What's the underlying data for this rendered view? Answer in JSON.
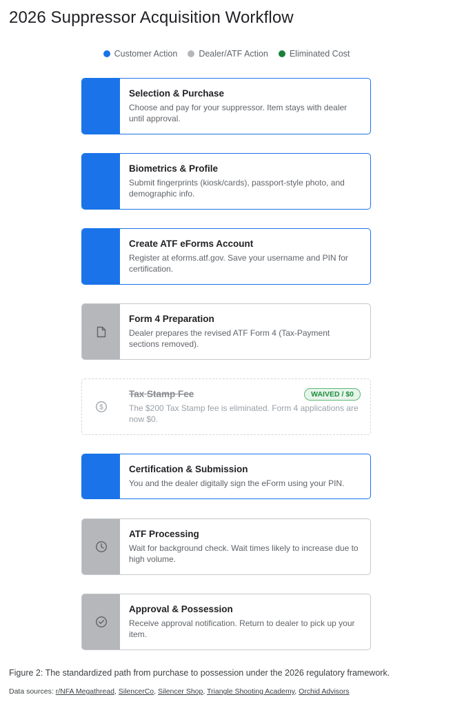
{
  "title": "2026 Suppressor Acquisition Workflow",
  "legend": [
    {
      "label": "Customer Action",
      "color": "#1a73e8"
    },
    {
      "label": "Dealer/ATF Action",
      "color": "#b5b7ba"
    },
    {
      "label": "Eliminated Cost",
      "color": "#188038"
    }
  ],
  "steps": [
    {
      "type": "customer",
      "title": "Selection & Purchase",
      "desc": "Choose and pay for your suppressor. Item stays with dealer until approval."
    },
    {
      "type": "customer",
      "title": "Biometrics & Profile",
      "desc": "Submit fingerprints (kiosk/cards), passport-style photo, and demographic info."
    },
    {
      "type": "customer",
      "title": "Create ATF eForms Account",
      "desc": "Register at eforms.atf.gov. Save your username and PIN for certification."
    },
    {
      "type": "dealer",
      "icon": "document-icon",
      "title": "Form 4 Preparation",
      "desc": "Dealer prepares the revised ATF Form 4 (Tax-Payment sections removed)."
    },
    {
      "type": "eliminated",
      "icon": "dollar-icon",
      "title": "Tax Stamp Fee",
      "badge": "WAIVED / $0",
      "desc": "The $200 Tax Stamp fee is eliminated. Form 4 applications are now $0."
    },
    {
      "type": "customer",
      "title": "Certification & Submission",
      "desc": "You and the dealer digitally sign the eForm using your PIN."
    },
    {
      "type": "dealer",
      "icon": "clock-icon",
      "title": "ATF Processing",
      "desc": "Wait for background check. Wait times likely to increase due to high volume."
    },
    {
      "type": "dealer",
      "icon": "check-circle-icon",
      "title": "Approval & Possession",
      "desc": "Receive approval notification. Return to dealer to pick up your item."
    }
  ],
  "caption": "Figure 2: The standardized path from purchase to possession under the 2026 regulatory framework.",
  "sources": {
    "label": "Data sources:",
    "links": [
      "r/NFA Megathread",
      "SilencerCo",
      "Silencer Shop",
      "Triangle Shooting Academy",
      "Orchid Advisors"
    ]
  }
}
